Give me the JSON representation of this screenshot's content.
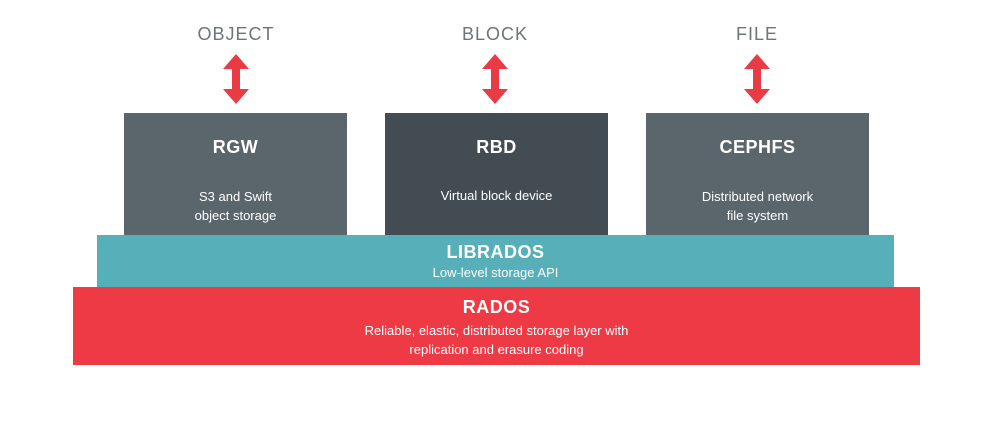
{
  "colors": {
    "label_gray": "#6e7478",
    "arrow_red": "#e83b43",
    "rgw_bg": "#5b656c",
    "rbd_bg": "#444c53",
    "cephfs_bg": "#5b656c",
    "librados_bg": "#57afba",
    "rados_bg": "#ed3a44"
  },
  "interfaces": [
    {
      "label": "OBJECT",
      "icon": "double-arrow-icon"
    },
    {
      "label": "BLOCK",
      "icon": "double-arrow-icon"
    },
    {
      "label": "FILE",
      "icon": "double-arrow-icon"
    }
  ],
  "services": [
    {
      "name": "RGW",
      "description": "S3 and Swift\nobject storage"
    },
    {
      "name": "RBD",
      "description": "Virtual block device"
    },
    {
      "name": "CEPHFS",
      "description": "Distributed network\nfile system"
    }
  ],
  "librados": {
    "name": "LIBRADOS",
    "description": "Low-level storage API"
  },
  "rados": {
    "name": "RADOS",
    "description": "Reliable, elastic, distributed storage layer with\nreplication and erasure coding"
  }
}
